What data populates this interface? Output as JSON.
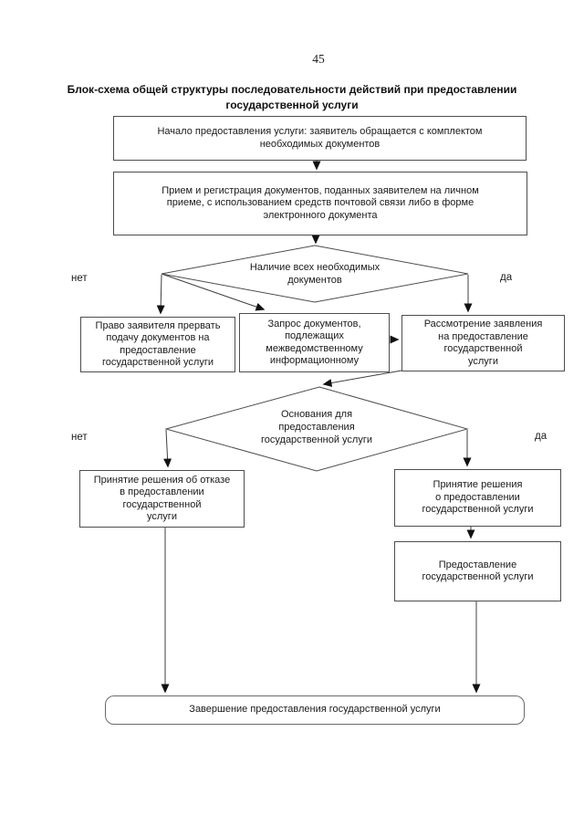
{
  "page": {
    "number": "45"
  },
  "title": "Блок-схема общей структуры последовательности действий при предоставлении\nгосударственной услуги",
  "nodes": {
    "start": "Начало предоставления услуги: заявитель обращается с комплектом\nнеобходимых документов",
    "receive": "Прием и регистрация документов, поданных заявителем на личном\nприеме, с использованием средств почтовой связи либо в форме\nэлектронного документа",
    "decision_docs": "Наличие всех необходимых\nдокументов",
    "interrupt": "Право заявителя прервать\nподачу документов на\nпредоставление\nгосударственной услуги",
    "request": "Запрос документов,\nподлежащих\nмежведомственному\nинформационному",
    "review": "Рассмотрение заявления\nна предоставление\nгосударственной\nуслуги",
    "decision_grounds": "Основания для\nпредоставления\nгосударственной услуги",
    "deny": "Принятие решения об отказе\nв предоставлении\nгосударственной\nуслуги",
    "approve": "Принятие решения\nо предоставлении\nгосударственной услуги",
    "provide": "Предоставление\nгосударственной услуги",
    "finish": "Завершение предоставления государственной услуги"
  },
  "labels": {
    "no1": "нет",
    "yes1": "да",
    "no2": "нет",
    "yes2": "да"
  },
  "colors": {
    "line": "#3f3f3f",
    "border": "#4d4d4d",
    "arrowhead": "#111111",
    "text": "#1a1a1a",
    "background": "#ffffff"
  }
}
